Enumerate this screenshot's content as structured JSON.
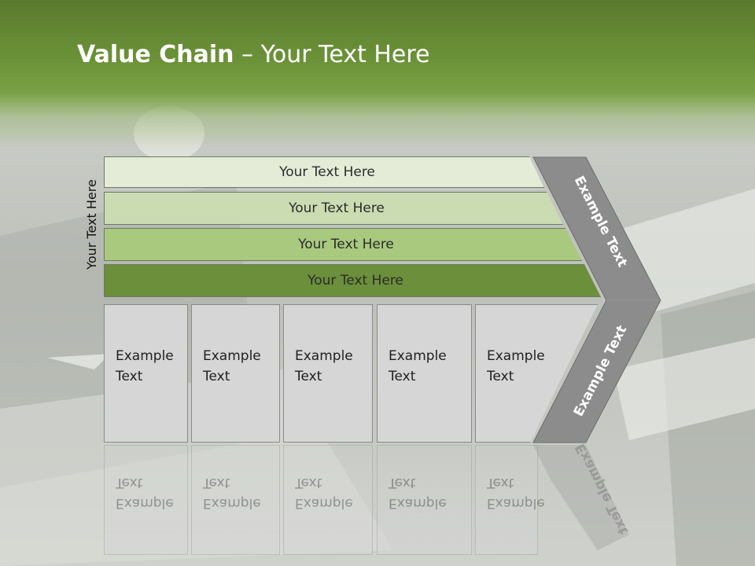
{
  "title": {
    "bold": "Value Chain",
    "rest": " – Your Text Here"
  },
  "side_label": "Your Text Here",
  "bars": [
    {
      "label": "Your Text Here"
    },
    {
      "label": "Your Text Here"
    },
    {
      "label": "Your Text Here"
    },
    {
      "label": "Your Text Here"
    }
  ],
  "boxes": [
    {
      "line1": "Example",
      "line2": "Text"
    },
    {
      "line1": "Example",
      "line2": "Text"
    },
    {
      "line1": "Example",
      "line2": "Text"
    },
    {
      "line1": "Example",
      "line2": "Text"
    },
    {
      "line1": "Example",
      "line2": "Text"
    }
  ],
  "chevron": {
    "top_label": "Example Text",
    "bottom_label": "Example Text",
    "color": "#8c8c8c"
  },
  "colors": {
    "header_green": "#6b9238",
    "bar1": "#e4ecd8",
    "bar2": "#cbdcb2",
    "bar3": "#a9c97f",
    "bar4": "#6b8f3a",
    "box": "#d6d6d6"
  }
}
